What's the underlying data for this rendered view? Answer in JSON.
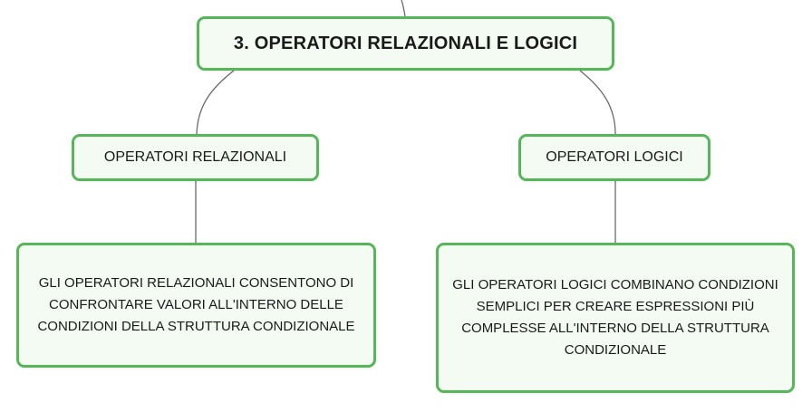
{
  "diagram": {
    "root": {
      "label": "3. OPERATORI RELAZIONALI E LOGICI"
    },
    "branches": [
      {
        "label": "OPERATORI RELAZIONALI",
        "description": "GLI OPERATORI RELAZIONALI CONSENTONO DI CONFRONTARE VALORI ALL'INTERNO DELLE CONDIZIONI DELLA STRUTTURA CONDIZIONALE"
      },
      {
        "label": "OPERATORI LOGICI",
        "description": "GLI OPERATORI LOGICI COMBINANO CONDIZIONI SEMPLICI PER CREARE ESPRESSIONI PIÙ COMPLESSE ALL'INTERNO DELLA STRUTTURA CONDIZIONALE"
      }
    ]
  },
  "colors": {
    "node_border": "#57b55a",
    "node_fill": "#f3fbf3",
    "connector": "#6b6b6b"
  }
}
